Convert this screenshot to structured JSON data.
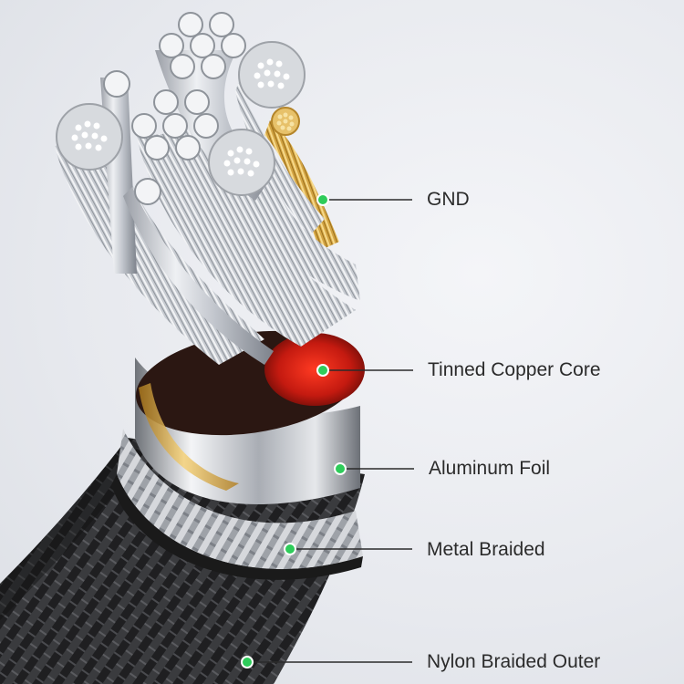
{
  "callouts": {
    "gnd": "GND",
    "core": "Tinned Copper Core",
    "foil": "Aluminum Foil",
    "metal": "Metal Braided",
    "nylon": "Nylon Braided Outer"
  },
  "colors": {
    "marker": "#2ecc5a",
    "leader_line": "#2b2b2b",
    "label_text": "#2b2b2b",
    "copper_core": "#d8a93a",
    "red_insulation": "#d42a1a",
    "nylon_braid": "#2a2a2a"
  }
}
